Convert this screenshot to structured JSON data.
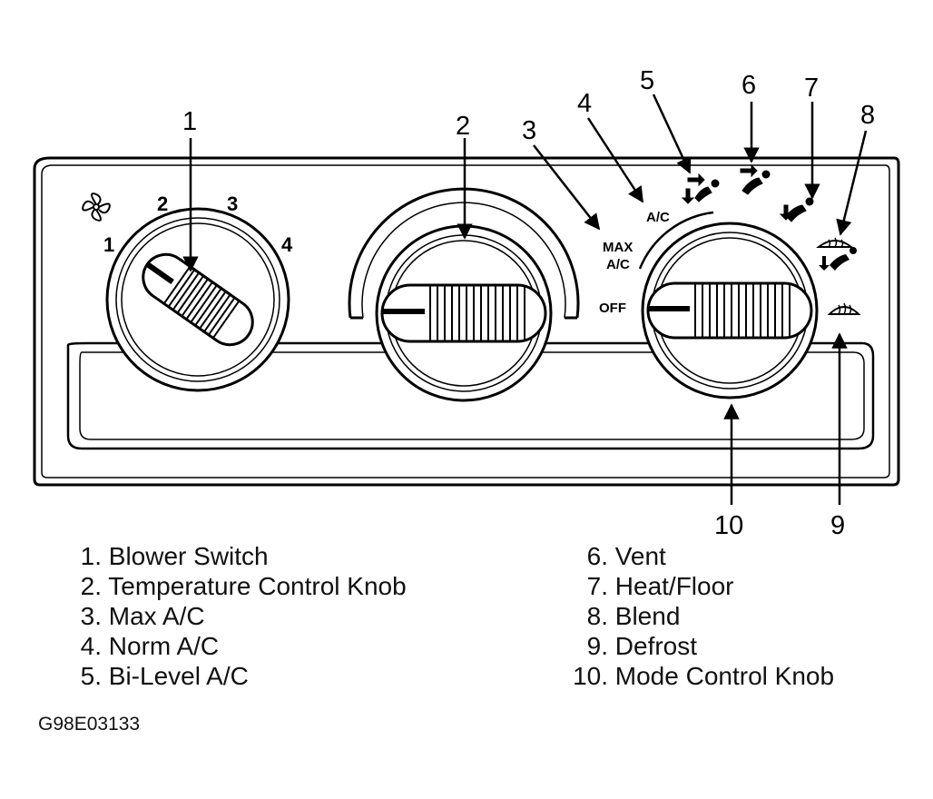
{
  "callouts": [
    "1",
    "2",
    "3",
    "4",
    "5",
    "6",
    "7",
    "8",
    "9",
    "10"
  ],
  "fan_speeds": [
    "1",
    "2",
    "3",
    "4"
  ],
  "mode_labels": {
    "max_ac_line1": "MAX",
    "max_ac_line2": "A/C",
    "norm_ac": "A/C",
    "off": "OFF"
  },
  "icons": [
    "fan-icon",
    "bi-level-icon",
    "vent-icon",
    "heat-floor-icon",
    "blend-icon",
    "defrost-icon"
  ],
  "legend": {
    "left": [
      {
        "num": "1.",
        "text": "Blower Switch"
      },
      {
        "num": "2.",
        "text": "Temperature Control Knob"
      },
      {
        "num": "3.",
        "text": "Max A/C"
      },
      {
        "num": "4.",
        "text": "Norm A/C"
      },
      {
        "num": "5.",
        "text": "Bi-Level A/C"
      }
    ],
    "right": [
      {
        "num": "6.",
        "text": "Vent"
      },
      {
        "num": "7.",
        "text": "Heat/Floor"
      },
      {
        "num": "8.",
        "text": "Blend"
      },
      {
        "num": "9.",
        "text": "Defrost"
      },
      {
        "num": "10.",
        "text": "Mode Control Knob"
      }
    ]
  },
  "figure_id": "G98E03133"
}
